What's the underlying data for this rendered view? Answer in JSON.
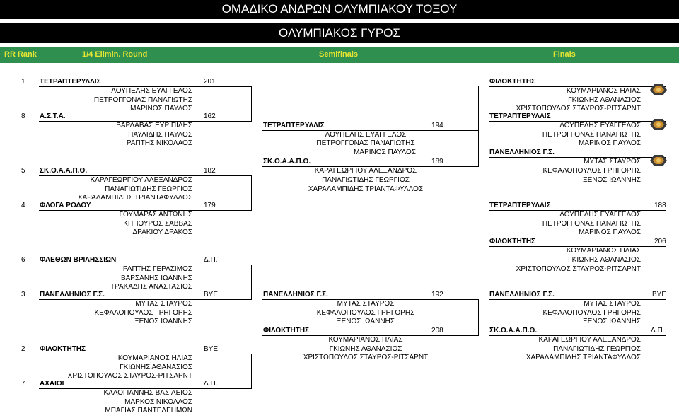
{
  "header": {
    "title": "ΟΜΑΔΙΚΟ ΑΝΔΡΩΝ ΟΛΥΜΠΙΑΚΟΥ ΤΟΞΟΥ",
    "subtitle": "ΟΛΥΜΠΙΑΚΟΣ ΓΥΡΟΣ"
  },
  "rounds": {
    "rr": "RR Rank",
    "quarter": "1/4 Elimin. Round",
    "semi": "Semifinals",
    "finals": "Finals"
  },
  "colors": {
    "accent_bar": "#2f8f4f",
    "accent_text": "#e6e633",
    "banner": "#000000"
  },
  "bracket": {
    "seeds": [
      "1",
      "8",
      "5",
      "4",
      "6",
      "3",
      "2",
      "7"
    ],
    "r1": [
      {
        "team": "ΤΕΤΡΑΠΤΕΡΥΛΛΙΣ",
        "score": "201",
        "members": [
          "ΛΟΥΠΕΛΗΣ ΕΥΑΓΓΕΛΟΣ",
          "ΠΕΤΡΟΓΓΟΝΑΣ ΠΑΝΑΓΙΩΤΗΣ",
          "ΜΑΡΙΝΟΣ ΠΑΥΛΟΣ"
        ]
      },
      {
        "team": "Α.Σ.Τ.Α.",
        "score": "162",
        "members": [
          "ΒΑΡΔΑΒΑΣ ΕΥΡΙΠΙΔΗΣ",
          "ΠΑΥΛΙΔΗΣ ΠΑΥΛΟΣ",
          "ΡΑΠΤΗΣ ΝΙΚΟΛΑΟΣ"
        ]
      },
      {
        "team": "ΣΚ.Ο.Α.Α.Π.Θ.",
        "score": "182",
        "members": [
          "ΚΑΡΑΓΕΩΡΓΙΟΥ ΑΛΕΞΑΝΔΡΟΣ",
          "ΠΑΝΑΓΙΩΤΙΔΗΣ ΓΕΩΡΓΙΟΣ",
          "ΧΑΡΑΛΑΜΠΙΔΗΣ ΤΡΙΑΝΤΑΦΥΛΛΟΣ"
        ]
      },
      {
        "team": "ΦΛΟΓΑ ΡΟΔΟΥ",
        "score": "179",
        "members": [
          "ΓΟΥΜΑΡΑΣ ΑΝΤΩΝΗΣ",
          "ΚΗΠΟΥΡΟΣ ΣΑΒΒΑΣ",
          "ΔΡΑΚΙΟΥ ΔΡΑΚΟΣ"
        ]
      },
      {
        "team": "ΦΑΕΘΩΝ ΒΡΙΛΗΣΣΙΩΝ",
        "score": "Δ.Π.",
        "members": [
          "ΡΑΠΤΗΣ ΓΕΡΑΣΙΜΟΣ",
          "ΒΑΡΣΑΝΗΣ ΙΩΑΝΝΗΣ",
          "ΤΡΑΚΑΔΗΣ ΑΝΑΣΤΑΣΙΟΣ"
        ]
      },
      {
        "team": "ΠΑΝΕΛΛΗΝΙΟΣ Γ.Σ.",
        "score": "BYE",
        "members": [
          "ΜΥΤΑΣ ΣΤΑΥΡΟΣ",
          "ΚΕΦΑΛΟΠΟΥΛΟΣ ΓΡΗΓΟΡΗΣ",
          "ΞΕΝΟΣ ΙΩΑΝΝΗΣ"
        ]
      },
      {
        "team": "ΦΙΛΟΚΤΗΤΗΣ",
        "score": "BYE",
        "members": [
          "ΚΟΥΜΑΡΙΑΝΟΣ ΗΛΙΑΣ",
          "ΓΚΙΩΝΗΣ ΑΘΑΝΑΣΙΟΣ",
          "ΧΡΙΣΤΟΠΟΥΛΟΣ ΣΤΑΥΡΟΣ-ΡΙΤΣΑΡΝΤ"
        ]
      },
      {
        "team": "ΑΧΑΙΟΙ",
        "score": "Δ.Π.",
        "members": [
          "ΚΑΛΟΓΙΑΝΝΗΣ ΒΑΣΙΛΕΙΟΣ",
          "ΜΑΡΚΟΣ ΝΙΚΟΛΑΟΣ",
          "ΜΠΑΓΙΑΣ ΠΑΝΤΕΛΕΗΜΩΝ"
        ]
      }
    ],
    "r2": [
      {
        "team": "ΤΕΤΡΑΠΤΕΡΥΛΛΙΣ",
        "score": "194",
        "members": [
          "ΛΟΥΠΕΛΗΣ ΕΥΑΓΓΕΛΟΣ",
          "ΠΕΤΡΟΓΓΟΝΑΣ ΠΑΝΑΓΙΩΤΗΣ",
          "ΜΑΡΙΝΟΣ ΠΑΥΛΟΣ"
        ]
      },
      {
        "team": "ΣΚ.Ο.Α.Α.Π.Θ.",
        "score": "189",
        "members": [
          "ΚΑΡΑΓΕΩΡΓΙΟΥ ΑΛΕΞΑΝΔΡΟΣ",
          "ΠΑΝΑΓΙΩΤΙΔΗΣ ΓΕΩΡΓΙΟΣ",
          "ΧΑΡΑΛΑΜΠΙΔΗΣ ΤΡΙΑΝΤΑΦΥΛΛΟΣ"
        ]
      },
      {
        "team": "ΠΑΝΕΛΛΗΝΙΟΣ Γ.Σ.",
        "score": "192",
        "members": [
          "ΜΥΤΑΣ ΣΤΑΥΡΟΣ",
          "ΚΕΦΑΛΟΠΟΥΛΟΣ ΓΡΗΓΟΡΗΣ",
          "ΞΕΝΟΣ ΙΩΑΝΝΗΣ"
        ]
      },
      {
        "team": "ΦΙΛΟΚΤΗΤΗΣ",
        "score": "208",
        "members": [
          "ΚΟΥΜΑΡΙΑΝΟΣ ΗΛΙΑΣ",
          "ΓΚΙΩΝΗΣ ΑΘΑΝΑΣΙΟΣ",
          "ΧΡΙΣΤΟΠΟΥΛΟΣ ΣΤΑΥΡΟΣ-ΡΙΤΣΑΡΝΤ"
        ]
      }
    ],
    "r3": [
      {
        "team": "ΦΙΛΟΚΤΗΤΗΣ",
        "score": "",
        "members": [
          "ΚΟΥΜΑΡΙΑΝΟΣ ΗΛΙΑΣ",
          "ΓΚΙΩΝΗΣ ΑΘΑΝΑΣΙΟΣ",
          "ΧΡΙΣΤΟΠΟΥΛΟΣ ΣΤΑΥΡΟΣ-ΡΙΤΣΑΡΝΤ"
        ]
      },
      {
        "team": "ΤΕΤΡΑΠΤΕΡΥΛΛΙΣ",
        "score": "",
        "members": [
          "ΛΟΥΠΕΛΗΣ ΕΥΑΓΓΕΛΟΣ",
          "ΠΕΤΡΟΓΓΟΝΑΣ ΠΑΝΑΓΙΩΤΗΣ",
          "ΜΑΡΙΝΟΣ ΠΑΥΛΟΣ"
        ]
      },
      {
        "team": "ΠΑΝΕΛΛΗΝΙΟΣ Γ.Σ.",
        "score": "",
        "members": [
          "ΜΥΤΑΣ ΣΤΑΥΡΟΣ",
          "ΚΕΦΑΛΟΠΟΥΛΟΣ ΓΡΗΓΟΡΗΣ",
          "ΞΕΝΟΣ ΙΩΑΝΝΗΣ"
        ]
      },
      {
        "team": "ΠΑΝΕΛΛΗΝΙΟΣ Γ.Σ.",
        "score": "BYE",
        "members": [
          "ΜΥΤΑΣ ΣΤΑΥΡΟΣ",
          "ΚΕΦΑΛΟΠΟΥΛΟΣ ΓΡΗΓΟΡΗΣ",
          "ΞΕΝΟΣ ΙΩΑΝΝΗΣ"
        ]
      },
      {
        "team": "ΣΚ.Ο.Α.Α.Π.Θ.",
        "score": "Δ.Π.",
        "members": [
          "ΚΑΡΑΓΕΩΡΓΙΟΥ ΑΛΕΞΑΝΔΡΟΣ",
          "ΠΑΝΑΓΙΩΤΙΔΗΣ ΓΕΩΡΓΙΟΣ",
          "ΧΑΡΑΛΑΜΠΙΔΗΣ ΤΡΙΑΝΤΑΦΥΛΛΟΣ"
        ]
      }
    ],
    "finals": [
      {
        "team": "ΤΕΤΡΑΠΤΕΡΥΛΛΙΣ",
        "score": "188",
        "members": [
          "ΛΟΥΠΕΛΗΣ ΕΥΑΓΓΕΛΟΣ",
          "ΠΕΤΡΟΓΓΟΝΑΣ ΠΑΝΑΓΙΩΤΗΣ",
          "ΜΑΡΙΝΟΣ ΠΑΥΛΟΣ"
        ]
      },
      {
        "team": "ΦΙΛΟΚΤΗΤΗΣ",
        "score": "206",
        "members": [
          "ΚΟΥΜΑΡΙΑΝΟΣ ΗΛΙΑΣ",
          "ΓΚΙΩΝΗΣ ΑΘΑΝΑΣΙΟΣ",
          "ΧΡΙΣΤΟΠΟΥΛΟΣ ΣΤΑΥΡΟΣ-ΡΙΤΣΑΡΝΤ"
        ]
      }
    ]
  }
}
